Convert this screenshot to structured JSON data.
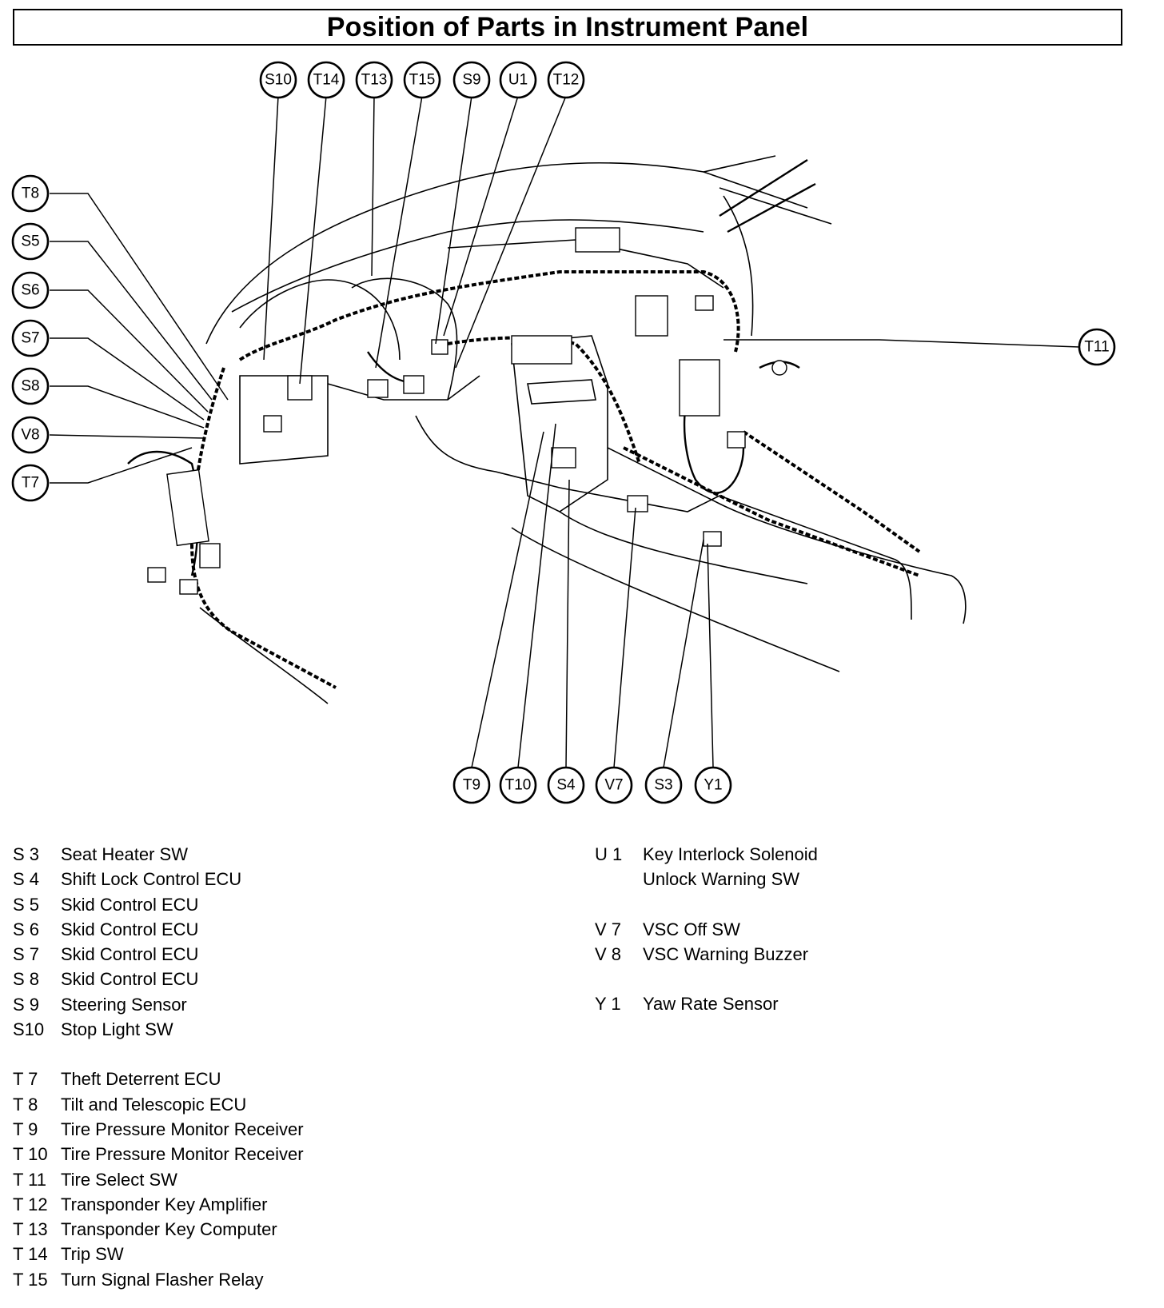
{
  "title": "Position of Parts in Instrument Panel",
  "callouts": [
    {
      "code": "S10"
    },
    {
      "code": "T14"
    },
    {
      "code": "T13"
    },
    {
      "code": "T15"
    },
    {
      "code": "S9"
    },
    {
      "code": "U1"
    },
    {
      "code": "T12"
    },
    {
      "code": "T8"
    },
    {
      "code": "S5"
    },
    {
      "code": "S6"
    },
    {
      "code": "S7"
    },
    {
      "code": "S8"
    },
    {
      "code": "V8"
    },
    {
      "code": "T7"
    },
    {
      "code": "T11"
    },
    {
      "code": "T9"
    },
    {
      "code": "T10"
    },
    {
      "code": "S4"
    },
    {
      "code": "V7"
    },
    {
      "code": "S3"
    },
    {
      "code": "Y1"
    }
  ],
  "legend_left": [
    {
      "code": "S  3",
      "name": "Seat Heater SW"
    },
    {
      "code": "S  4",
      "name": "Shift Lock Control ECU"
    },
    {
      "code": "S  5",
      "name": "Skid Control ECU"
    },
    {
      "code": "S  6",
      "name": "Skid Control ECU"
    },
    {
      "code": "S  7",
      "name": "Skid Control ECU"
    },
    {
      "code": "S  8",
      "name": "Skid Control ECU"
    },
    {
      "code": "S  9",
      "name": "Steering Sensor"
    },
    {
      "code": "S10",
      "name": "Stop Light SW"
    },
    {
      "code": "",
      "name": ""
    },
    {
      "code": "T  7",
      "name": "Theft Deterrent ECU"
    },
    {
      "code": "T  8",
      "name": "Tilt and Telescopic ECU"
    },
    {
      "code": "T  9",
      "name": "Tire Pressure Monitor Receiver"
    },
    {
      "code": "T 10",
      "name": "Tire Pressure Monitor Receiver"
    },
    {
      "code": "T 11",
      "name": "Tire Select SW"
    },
    {
      "code": "T 12",
      "name": "Transponder Key Amplifier"
    },
    {
      "code": "T 13",
      "name": "Transponder Key Computer"
    },
    {
      "code": "T 14",
      "name": "Trip SW"
    },
    {
      "code": "T 15",
      "name": "Turn Signal Flasher Relay"
    }
  ],
  "legend_right": [
    {
      "code": "U  1",
      "name": "Key Interlock Solenoid"
    },
    {
      "code": "",
      "name": "Unlock Warning SW"
    },
    {
      "code": "",
      "name": ""
    },
    {
      "code": "V  7",
      "name": "VSC Off SW"
    },
    {
      "code": "V  8",
      "name": "VSC Warning Buzzer"
    },
    {
      "code": "",
      "name": ""
    },
    {
      "code": "Y  1",
      "name": "Yaw Rate Sensor"
    }
  ]
}
